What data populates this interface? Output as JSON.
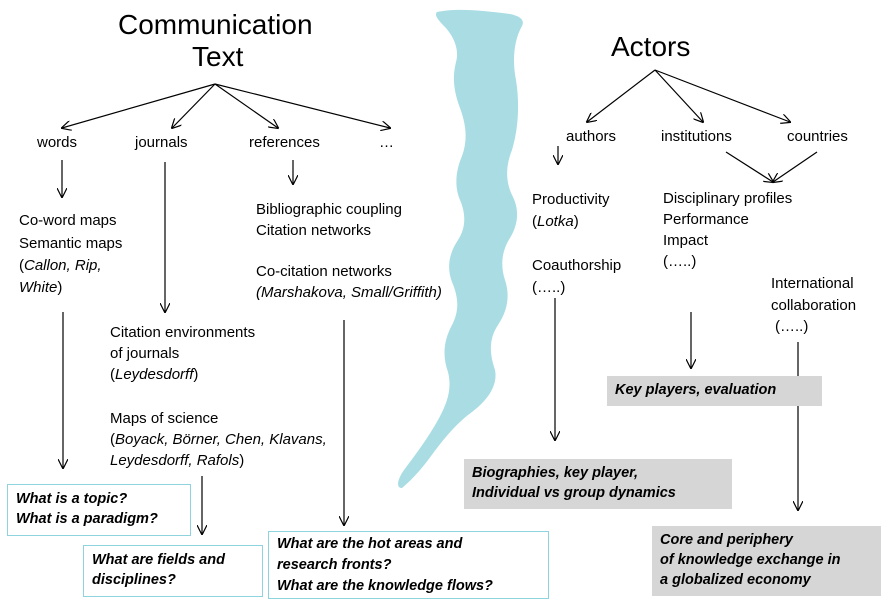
{
  "left": {
    "title_line1": "Communication",
    "title_line2": "Text",
    "branches": {
      "words": "words",
      "journals": "journals",
      "references": "references",
      "more": "…"
    },
    "coword": {
      "line1": "Co-word maps",
      "line2": "Semantic maps",
      "paren_open": "(",
      "authors1": "Callon, Rip,",
      "authors2": "White",
      "paren_close": ")"
    },
    "biblio": {
      "line1": "Bibliographic coupling",
      "line2": "Citation networks"
    },
    "cocitation": {
      "line1": "Co-citation networks",
      "authors": "(Marshakova, Small/Griffith)"
    },
    "citation_env": {
      "line1": "Citation environments",
      "line2": "of journals",
      "paren_open": "(",
      "author": "Leydesdorff",
      "paren_close": ")"
    },
    "maps_science": {
      "line1": "Maps of science",
      "paren_open": "(",
      "authors1": "Boyack, Börner, Chen, Klavans,",
      "authors2": "Leydesdorff, Rafols",
      "paren_close": ")"
    },
    "q_topic": {
      "line1": "What is a topic?",
      "line2": "What is a paradigm?"
    },
    "q_fields": {
      "line1": "What are fields and",
      "line2": "disciplines?"
    },
    "q_hot": {
      "line1": "What are the hot areas and",
      "line2": "research fronts?",
      "line3": "What are the knowledge flows?"
    }
  },
  "right": {
    "title": "Actors",
    "branches": {
      "authors": "authors",
      "institutions": "institutions",
      "countries": "countries"
    },
    "productivity": {
      "line1": "Productivity",
      "paren_open": "(",
      "author": "Lotka",
      "paren_close": ")"
    },
    "coauthorship": {
      "line1": "Coauthorship",
      "line2": "(…..)"
    },
    "profiles": {
      "line1": "Disciplinary profiles",
      "line2": "Performance",
      "line3": "Impact",
      "line4": "(…..)"
    },
    "intl": {
      "line1": "International",
      "line2": "collaboration",
      "line3": "(…..)"
    },
    "q_key": "Key players, evaluation",
    "q_bio": {
      "line1": "Biographies, key player,",
      "line2": "Individual vs group dynamics"
    },
    "q_core": {
      "line1": "Core and periphery",
      "line2": "of knowledge exchange in",
      "line3": "a globalized economy"
    }
  },
  "colors": {
    "river": "#a9dde3",
    "box_border": "#8fd3de",
    "box_grey": "#d6d6d6"
  }
}
